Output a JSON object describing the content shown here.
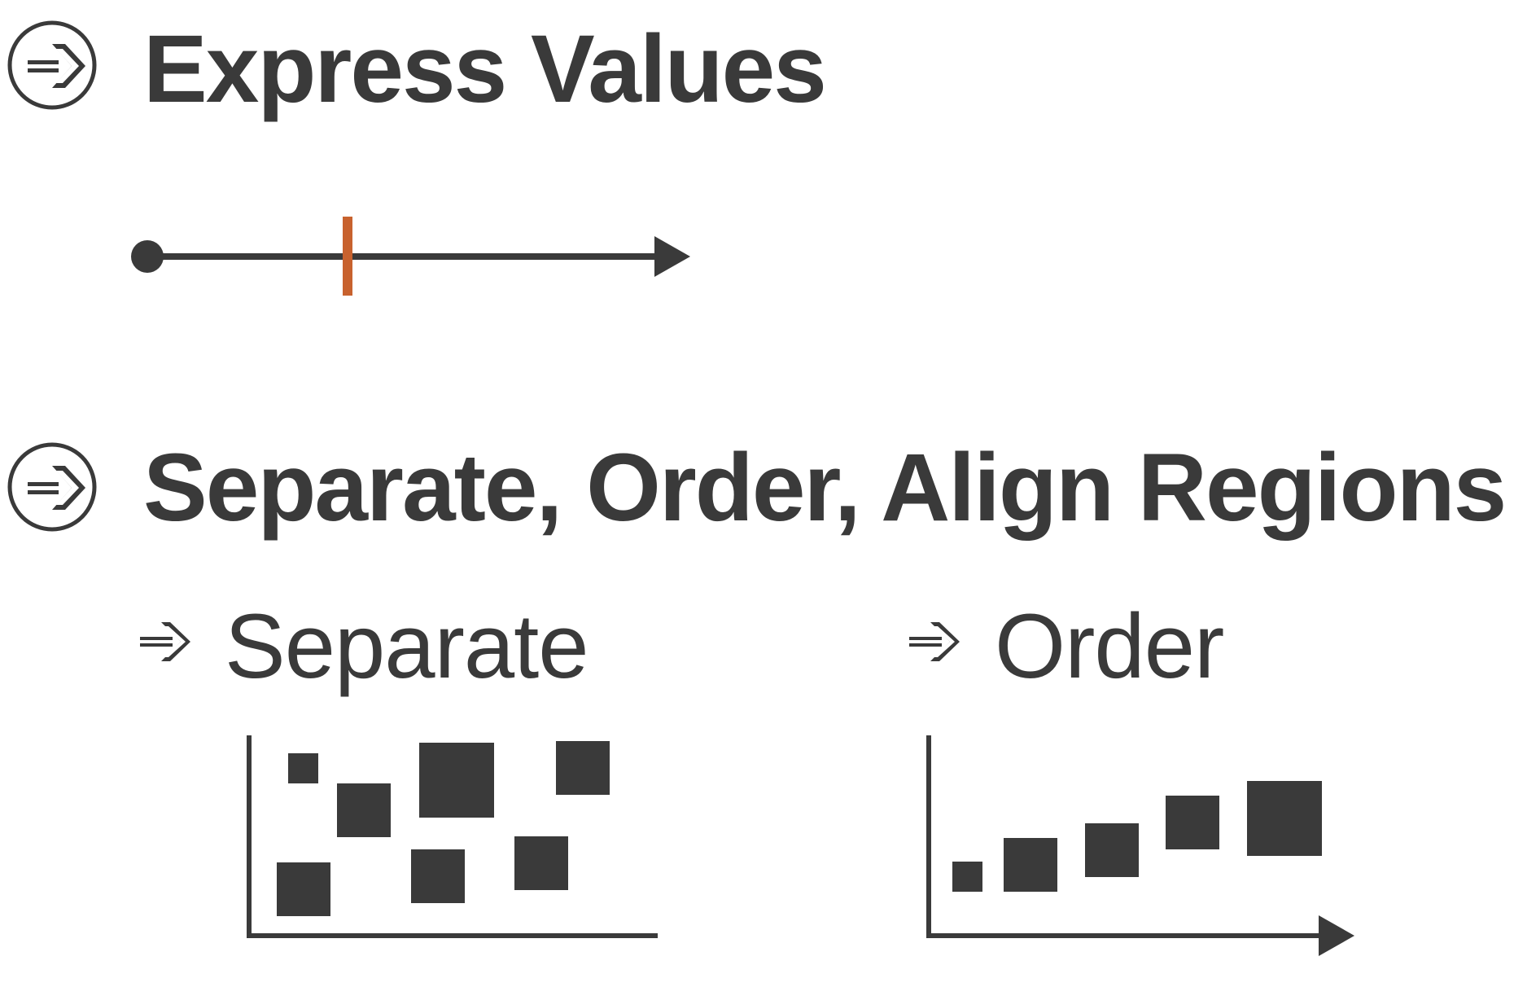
{
  "sections": {
    "express": {
      "title": "Express Values",
      "icon": "circle-arrow-icon"
    },
    "regions": {
      "title": "Separate, Order, Align Regions",
      "icon": "circle-arrow-icon"
    }
  },
  "subsections": {
    "separate": {
      "label": "Separate",
      "icon": "small-arrow-icon"
    },
    "order": {
      "label": "Order",
      "icon": "small-arrow-icon"
    }
  },
  "colors": {
    "ink": "#3a3a3a",
    "accent": "#c8622e",
    "background": "#ffffff"
  }
}
